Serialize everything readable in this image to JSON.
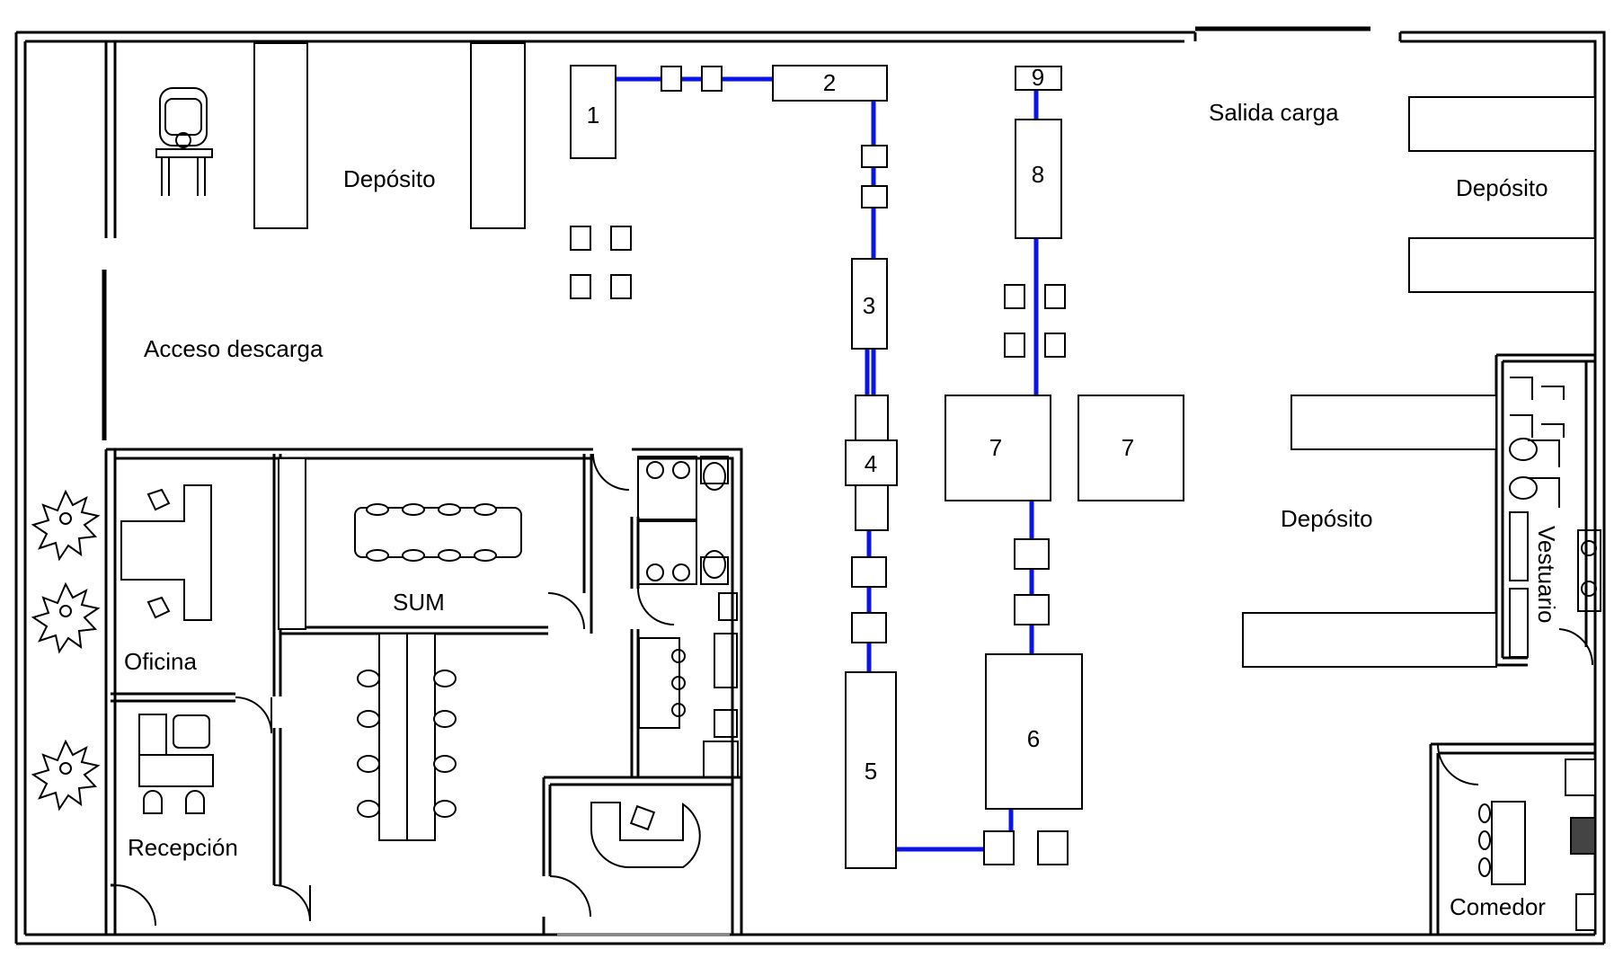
{
  "labels": {
    "deposito_top": "Depósito",
    "salida_carga": "Salida carga",
    "deposito_right_top": "Depósito",
    "acceso_descarga": "Acceso descarga",
    "deposito_right_mid": "Depósito",
    "vestuario": "Vestuario",
    "sum": "SUM",
    "oficina": "Oficina",
    "recepcion": "Recepción",
    "comedor": "Comedor"
  },
  "machines": {
    "m1": "1",
    "m2": "2",
    "m3": "3",
    "m4": "4",
    "m5": "5",
    "m6": "6",
    "m7a": "7",
    "m7b": "7",
    "m8": "8",
    "m9": "9"
  },
  "colors": {
    "wall": "#000000",
    "conveyor": "#0a14e6",
    "background": "#ffffff"
  }
}
